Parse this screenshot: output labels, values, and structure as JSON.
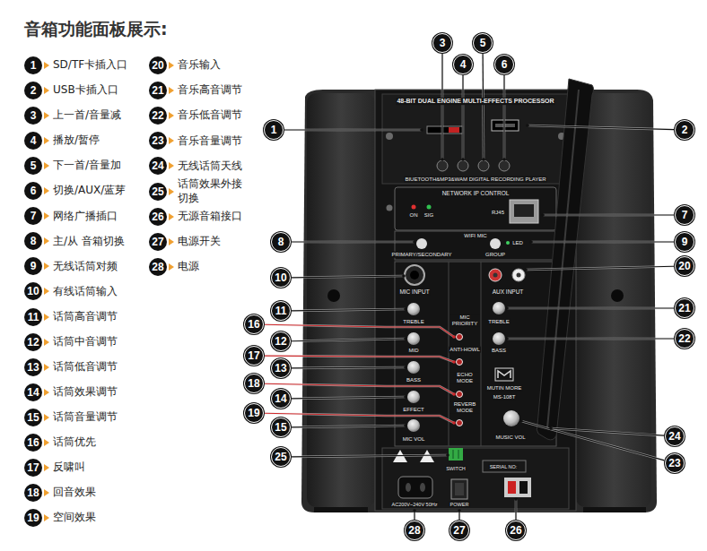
{
  "diagram": {
    "title": "音箱功能面板展示:",
    "nodes": [
      {
        "text": [
          "1",
          "SD/TF卡插入口"
        ]
      },
      {
        "text": [
          "2",
          "USB卡插入口"
        ]
      },
      {
        "text": [
          "3",
          "上一首/音量减"
        ]
      },
      {
        "text": [
          "4",
          "播放/暂停"
        ]
      },
      {
        "text": [
          "5",
          "下一首/音量加"
        ]
      },
      {
        "text": [
          "6",
          "切换/AUX/蓝芽"
        ]
      },
      {
        "text": [
          "7",
          "网络广播插口"
        ]
      },
      {
        "text": [
          "8",
          "主/从 音箱切换"
        ]
      },
      {
        "text": [
          "9",
          "无线话筒对频"
        ]
      },
      {
        "text": [
          "10",
          "有线话筒输入"
        ]
      },
      {
        "text": [
          "11",
          "话筒高音调节"
        ]
      },
      {
        "text": [
          "12",
          "话筒中音调节"
        ]
      },
      {
        "text": [
          "13",
          "话筒低音调节"
        ]
      },
      {
        "text": [
          "14",
          "话筒效果调节"
        ]
      },
      {
        "text": [
          "15",
          "话筒音量调节"
        ]
      },
      {
        "text": [
          "16",
          "话筒优先"
        ]
      },
      {
        "text": [
          "17",
          "反啸叫"
        ]
      },
      {
        "text": [
          "18",
          "回音效果"
        ]
      },
      {
        "text": [
          "19",
          "空间效果"
        ]
      },
      {
        "text": [
          "20",
          "音乐输入"
        ]
      },
      {
        "text": [
          "21",
          "音乐高音调节"
        ]
      },
      {
        "text": [
          "22",
          "音乐低音调节"
        ]
      },
      {
        "text": [
          "23",
          "音乐音量调节"
        ]
      },
      {
        "text": [
          "24",
          "无线话筒天线"
        ]
      },
      {
        "text": [
          "25",
          "话筒效果外接切换"
        ]
      },
      {
        "text": [
          "26",
          "无源音箱接口"
        ]
      },
      {
        "text": [
          "27",
          "电源开关"
        ]
      },
      {
        "text": [
          "28",
          "电源"
        ]
      },
      {
        "text": [
          "1"
        ]
      },
      {
        "text": [
          "2"
        ]
      },
      {
        "text": [
          "3"
        ]
      },
      {
        "text": [
          "4"
        ]
      },
      {
        "text": [
          "5"
        ]
      },
      {
        "text": [
          "6"
        ]
      },
      {
        "text": [
          "7"
        ]
      },
      {
        "text": [
          "8"
        ]
      },
      {
        "text": [
          "9"
        ]
      },
      {
        "text": [
          "10"
        ]
      },
      {
        "text": [
          "11"
        ]
      },
      {
        "text": [
          "12"
        ]
      },
      {
        "text": [
          "13"
        ]
      },
      {
        "text": [
          "14"
        ]
      },
      {
        "text": [
          "15"
        ]
      },
      {
        "text": [
          "16"
        ]
      },
      {
        "text": [
          "17"
        ]
      },
      {
        "text": [
          "18"
        ]
      },
      {
        "text": [
          "19"
        ]
      },
      {
        "text": [
          "20"
        ]
      },
      {
        "text": [
          "21"
        ]
      },
      {
        "text": [
          "22"
        ]
      },
      {
        "text": [
          "23"
        ]
      },
      {
        "text": [
          "24"
        ]
      },
      {
        "text": [
          "25"
        ]
      },
      {
        "text": [
          "26"
        ]
      },
      {
        "text": [
          "27"
        ]
      },
      {
        "text": [
          "28"
        ]
      }
    ],
    "labels": [
      "48-BIT DUAL ENGINE MULTI-EFFECTS PROCESSOR",
      "BIUETOOTH&MP3&WAM DIGITAL RECORDING PLAYER",
      "NETWORK IP CONTROL",
      "ON",
      "SIG",
      "RJ45",
      "WIFI MIC",
      "PRIMARY/SECONDARY",
      "GROUP",
      "LED",
      "MIC INPUT",
      "TREBLE",
      "MID",
      "BASS",
      "EFFECT",
      "MIC VOL",
      "MIC PRIORITY",
      "ANTI-HOWL",
      "ECHO MODE",
      "REVERB MODE",
      "AUX INPUT",
      "TREBLE",
      "BASS",
      "MUTIN MORE",
      "MS-108T",
      "MUSIC VOL",
      "SWITCH",
      "SERIAL NO:",
      "AC200V~240V 50Hz",
      "POWER"
    ]
  }
}
